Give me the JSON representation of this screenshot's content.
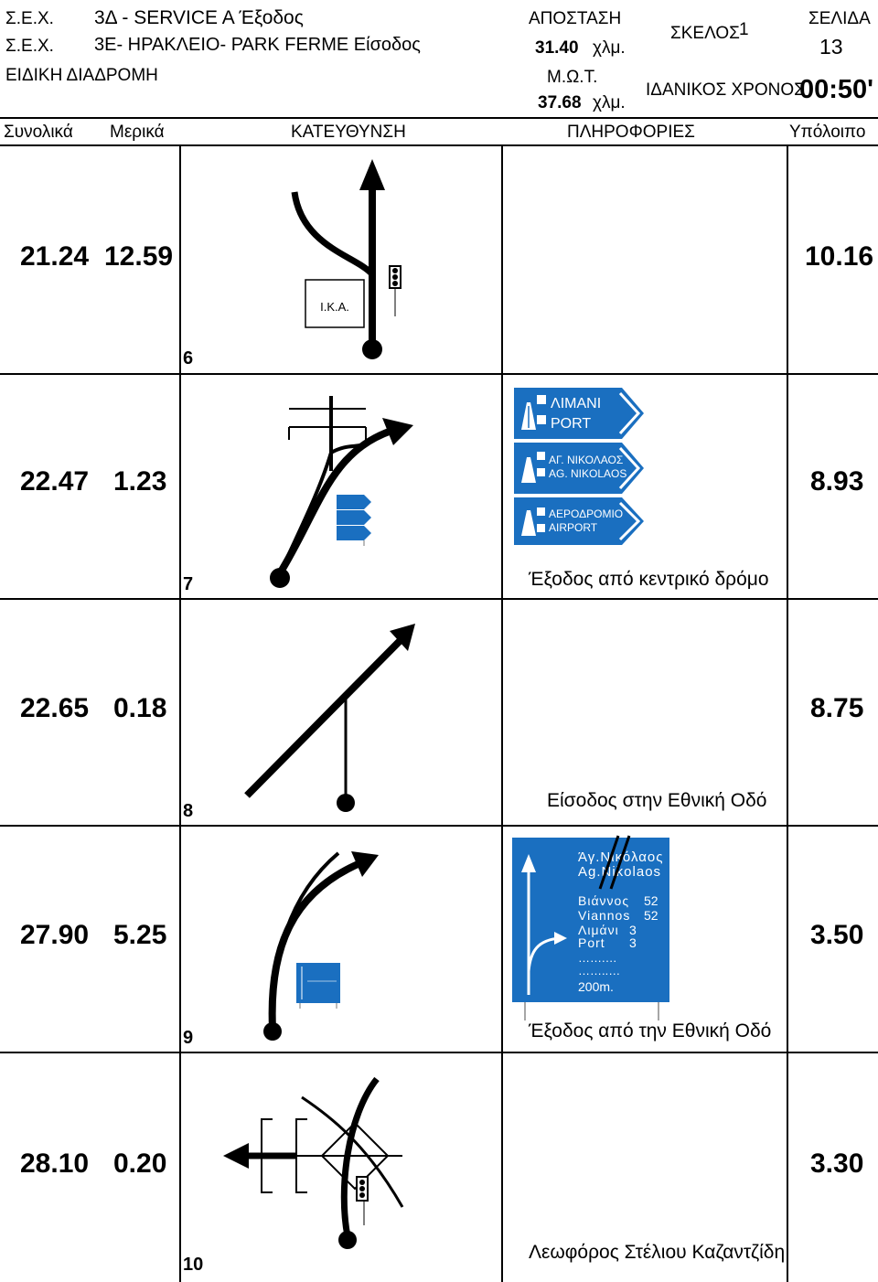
{
  "header": {
    "sex1": "Σ.Ε.Χ.",
    "route1": "3Δ - SERVICE A Έξοδος",
    "sex2": "Σ.Ε.Χ.",
    "route2": "3Ε- ΗΡΑΚΛΕΙΟ- PARK FERME Είσοδος",
    "special_route": "ΕΙΔΙΚΗ ΔΙΑΔΡΟΜΗ",
    "distance_label": "ΑΠΟΣΤΑΣΗ",
    "distance_value": "31.40",
    "distance_unit": "χλμ.",
    "avg_label": "Μ.Ω.Τ.",
    "avg_value": "37.68",
    "avg_unit": "χλμ.",
    "leg_label": "ΣΚΕΛΟΣ",
    "leg_value": "1",
    "ideal_time_label": "ΙΔΑΝΙΚΟΣ ΧΡΟΝΟΣ",
    "ideal_time_value": "00:50'",
    "page_label": "ΣΕΛΙΔΑ",
    "page_value": "13"
  },
  "columns": {
    "total": "Συνολικά",
    "partial": "Μερικά",
    "direction": "ΚΑΤΕΥΘΥΝΣΗ",
    "info": "ΠΛΗΡΟΦΟΡΙΕΣ",
    "remaining": "Υπόλοιπο"
  },
  "rows": [
    {
      "total": "21.24",
      "partial": "12.59",
      "remaining": "10.16",
      "step": "6",
      "info": "",
      "landmark": "Ι.Κ.Α."
    },
    {
      "total": "22.47",
      "partial": "1.23",
      "remaining": "8.93",
      "step": "7",
      "info": "Έξοδος από κεντρικό δρόμο"
    },
    {
      "total": "22.65",
      "partial": "0.18",
      "remaining": "8.75",
      "step": "8",
      "info": "Είσοδος στην Εθνική Οδό"
    },
    {
      "total": "27.90",
      "partial": "5.25",
      "remaining": "3.50",
      "step": "9",
      "info": "Έξοδος από την Εθνική Οδό"
    },
    {
      "total": "28.10",
      "partial": "0.20",
      "remaining": "3.30",
      "step": "10",
      "info": "Λεωφόρος Στέλιου Καζαντζίδη"
    }
  ],
  "signs": {
    "s7a_1": "ΛΙΜΑΝΙ",
    "s7a_2": "PORT",
    "s7b_1": "ΑΓ. ΝΙΚΟΛΑΟΣ",
    "s7b_2": "AG. NIKOLAOS",
    "s7c_1": "ΑΕΡΟΔΡΟΜΙΟ",
    "s7c_2": "AIRPORT",
    "s9_1": "Άγ.Νικόλαος",
    "s9_2": "Ag.Nikolaos",
    "s9_3": "Βιάννος",
    "s9_3v": "52",
    "s9_4": "Viannos",
    "s9_4v": "52",
    "s9_5": "Λιμάνι",
    "s9_5v": "3",
    "s9_6": "Port",
    "s9_6v": "3",
    "s9_7": "…….…",
    "s9_8": "……..…",
    "s9_9": "200m."
  },
  "colors": {
    "sign_blue": "#1a6fc0",
    "line": "#000000"
  }
}
